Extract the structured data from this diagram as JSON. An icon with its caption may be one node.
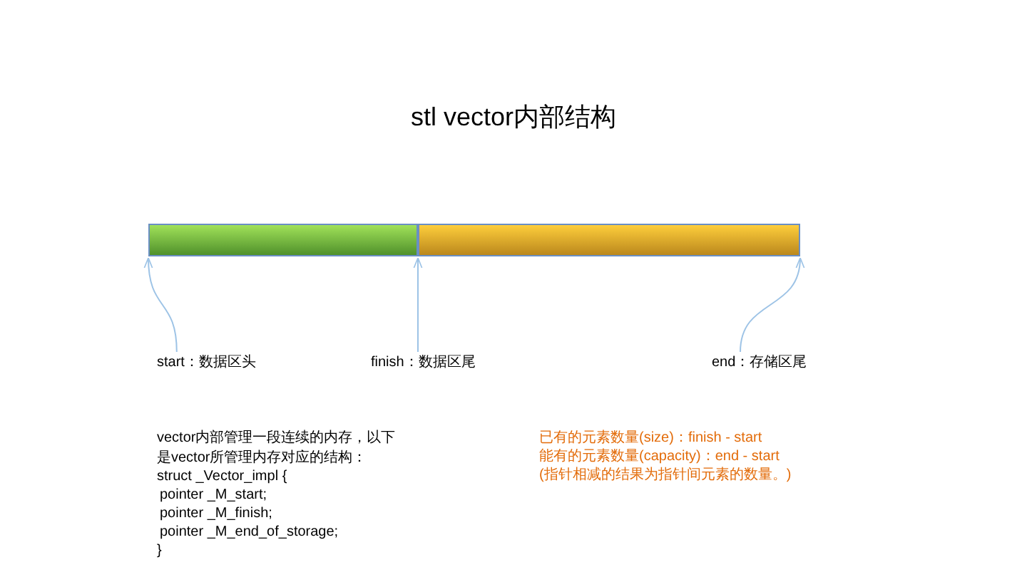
{
  "diagram": {
    "title": "stl vector内部结构",
    "nodes": [
      {
        "text": [],
        "shape": "bar"
      },
      {
        "text": [],
        "shape": "bar"
      },
      {
        "text": [
          "start：数据区头"
        ]
      },
      {
        "text": [
          "finish：数据区尾"
        ]
      },
      {
        "text": [
          "end：存储区尾"
        ]
      }
    ],
    "edges": [
      {
        "from": 2,
        "to": 0,
        "arrow": "to"
      },
      {
        "from": 3,
        "to": 1,
        "arrow": "to"
      },
      {
        "from": 4,
        "to": 1,
        "arrow": "to"
      }
    ],
    "labels": [
      "vector内部管理一段连续的内存，以下是vector所管理内存对应的结构：",
      "struct _Vector_impl {",
      "pointer _M_start;",
      "pointer _M_finish;",
      "pointer _M_end_of_storage;",
      "}",
      "已有的元素数量(size)：finish - start",
      "能有的元素数量(capacity)：end - start",
      "(指针相减的结果为指针间元素的数量。)"
    ]
  }
}
